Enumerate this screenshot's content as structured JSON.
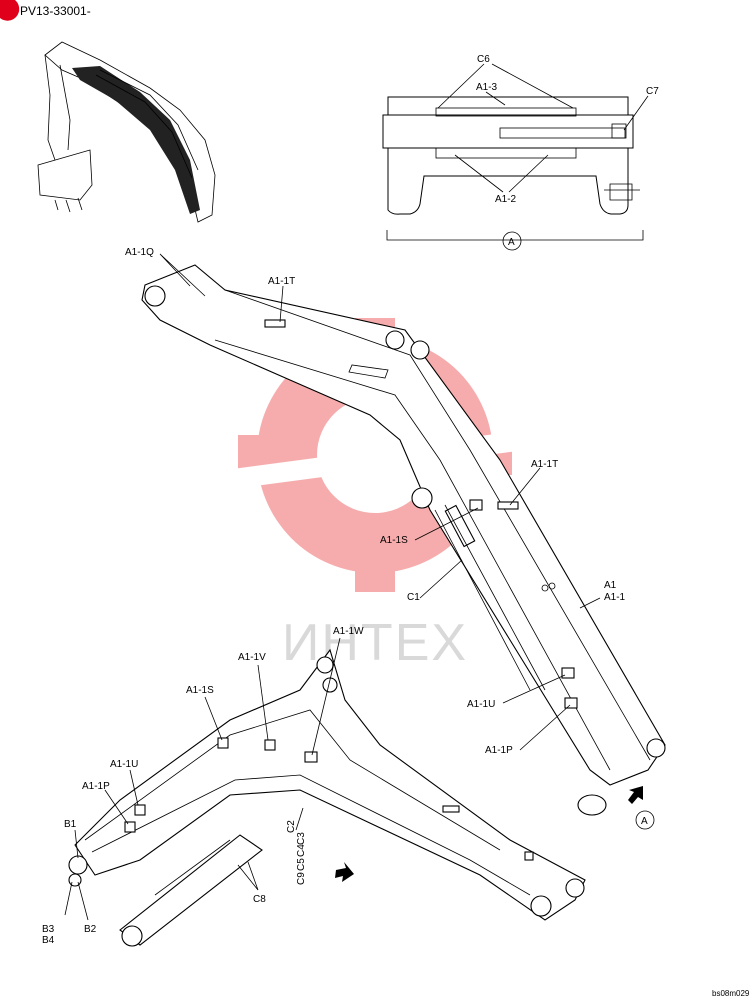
{
  "header": {
    "code": "PV13-33001-"
  },
  "watermark": {
    "text": "ИНТЕХ",
    "color": "#f06a6a"
  },
  "view_a": {
    "labels": {
      "c6": "C6",
      "a1_3": "A1-3",
      "c7": "C7",
      "a1_2": "A1-2",
      "a": "A"
    }
  },
  "callouts": {
    "a1_1q": "A1-1Q",
    "a1_1t_top": "A1-1T",
    "a1_1t_mid": "A1-1T",
    "a1_1s_upper": "A1-1S",
    "c1": "C1",
    "a1": "A1",
    "a1_1": "A1-1",
    "a1_1w": "A1-1W",
    "a1_1v": "A1-1V",
    "a1_1s_lower": "A1-1S",
    "a1_1u_left": "A1-1U",
    "a1_1p_left": "A1-1P",
    "a1_1u_right": "A1-1U",
    "a1_1p_right": "A1-1P",
    "b1": "B1",
    "b2": "B2",
    "b3": "B3",
    "b4": "B4",
    "c8": "C8",
    "c2": "C2",
    "c3": "C3",
    "c4": "C4",
    "c5": "C5",
    "c9": "C9",
    "a_view": "A"
  },
  "footer": {
    "ref": "bs08m029"
  }
}
